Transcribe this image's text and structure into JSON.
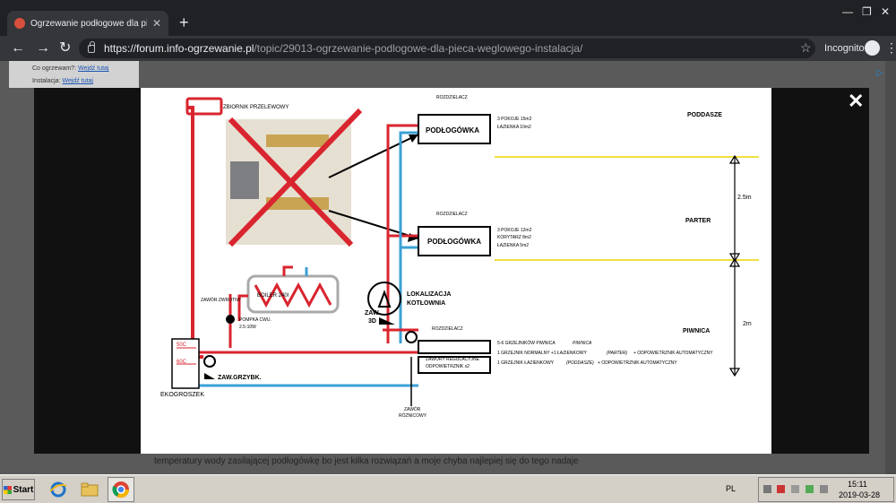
{
  "browser": {
    "tab_title": "Ogrzewanie podłogowe dla pieca węg",
    "url_host": "https://forum.info-ogrzewanie.pl",
    "url_path": "/topic/29013-ogrzewanie-podlogowe-dla-pieca-weglowego-instalacja/",
    "incognito_label": "Incognito"
  },
  "page": {
    "strip_line1_prefix": "Co ogrzewam?:",
    "strip_line1_link": "Wejdź tutaj",
    "strip_line2_prefix": "Instalacja:",
    "strip_line2_link": "Wejdź tutaj",
    "bottom_text": "temperatury wody zasilającej podłogówkę bo jest kilka rozwiązań a moje chyba najlepiej się do tego nadaje",
    "ad_marker": "▷"
  },
  "diagram": {
    "zbiornik": "ZBIORNIK PRZELEWOWY",
    "rozdzielacz": "ROZDZIELACZ",
    "podlogowka": "PODŁOGÓWKA",
    "attic_rooms_1": "3 POKOJE 15m2",
    "attic_rooms_2": "ŁAZIENKA 10m2",
    "ground_rooms_1": "3 POKOJE 12m2",
    "ground_rooms_2": "KORYTARZ 8m2",
    "ground_rooms_3": "ŁAZIENKA 5m2",
    "poddasze": "PODDASZE",
    "parter": "PARTER",
    "piwnica": "PIWNICA",
    "height_upper": "2.5m",
    "height_lower": "2m",
    "zawor_zwrotny": "ZAWÓR ZWROTNY",
    "pompka_1": "POMPKA CWU.",
    "pompka_2": "2.5-10W",
    "boiler": "BOILER 240l",
    "lokalizacja_1": "LOKALIZACJA",
    "lokalizacja_2": "KOTŁOWNIA",
    "zaw3d_1": "ZAW.",
    "zaw3d_2": "3D",
    "temp_50": "50C",
    "temp_60": "60C",
    "ekogroszek": "EKOGROSZEK",
    "zaw_grzybk": "ZAW.GRZYBK.",
    "zawory_reg": "ZAWORY REGULACYJNE",
    "odpowietrznik": "ODPOWIETRZNIK x2",
    "zawor_roznicowy_1": "ZAWÓR",
    "zawor_roznicowy_2": "RÓŻNICOWY",
    "grzejniki_title": "5-6 GRZEJNIKÓW PIWNICA",
    "grzejniki_title_loc": "PIWNICA",
    "grzejnik_1": "1 GRZEJNIK NORMALNY +1 ŁAZIENKOWY",
    "grzejnik_1_loc": "(PARTER)",
    "grzejnik_1_note": "+ ODPOWIETRZNIK AUTOMATYCZNY",
    "grzejnik_2": "1 GRZEJNIK ŁAZIENKOWY",
    "grzejnik_2_loc": "(PODDASZE)",
    "grzejnik_2_note": "+ ODPOWIETRZNIK AUTOMATYCZNY"
  },
  "taskbar": {
    "start_label": "Start",
    "lang": "PL",
    "time": "15:11",
    "date": "2019-03-28"
  },
  "colors": {
    "supply_pipe": "#d9252f",
    "return_pipe": "#3ba0d6",
    "floor_line": "#f0e040"
  }
}
